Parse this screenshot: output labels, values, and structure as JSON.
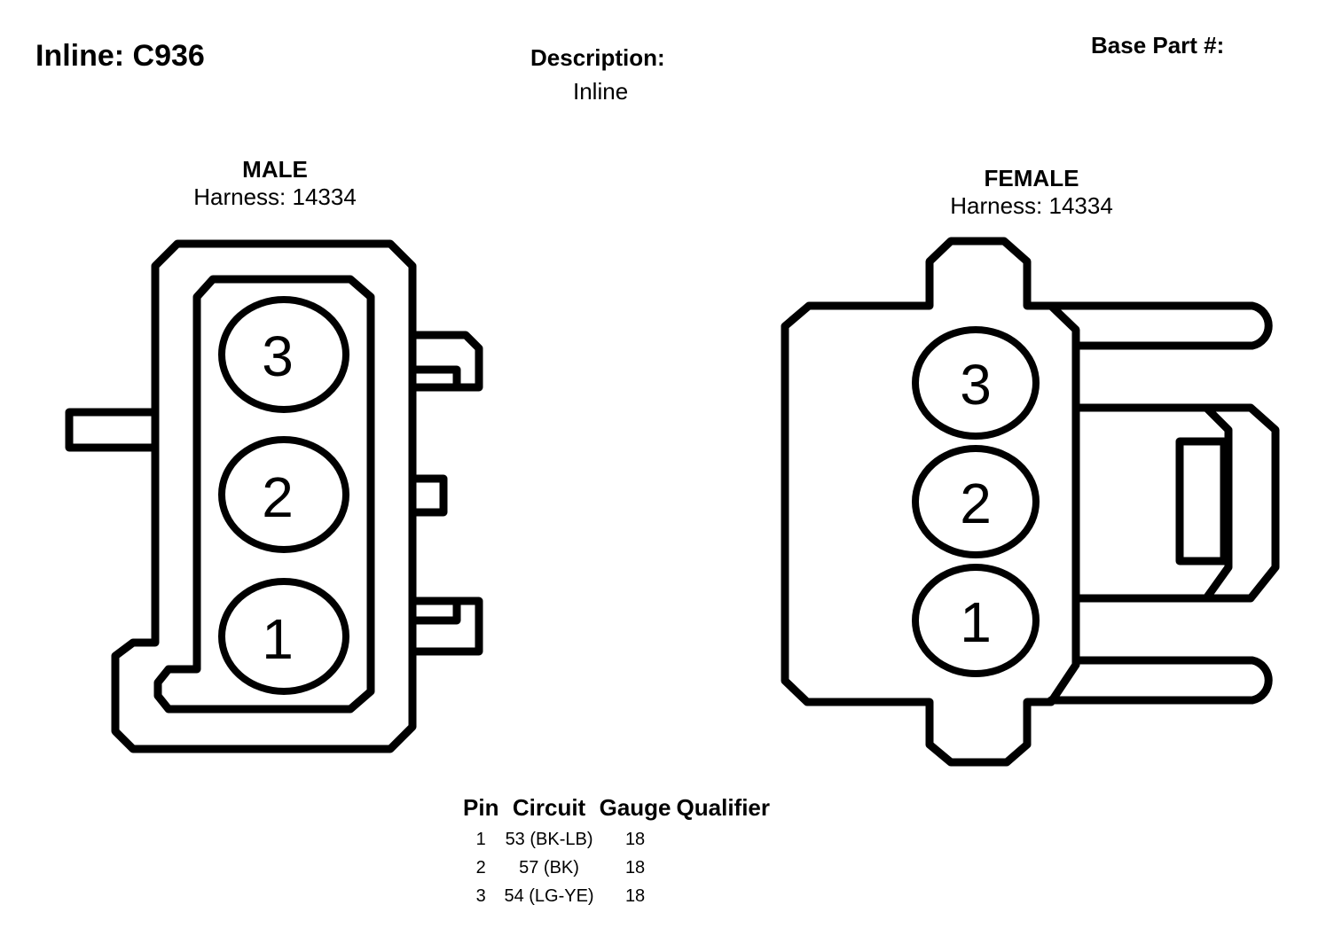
{
  "header": {
    "title": "Inline: C936",
    "description_label": "Description:",
    "description_value": "Inline",
    "base_part_label": "Base Part #:"
  },
  "male": {
    "type": "MALE",
    "harness": "Harness: 14334",
    "pins": [
      "3",
      "2",
      "1"
    ]
  },
  "female": {
    "type": "FEMALE",
    "harness": "Harness: 14334",
    "pins": [
      "3",
      "2",
      "1"
    ]
  },
  "pin_table": {
    "headers": [
      "Pin",
      "Circuit",
      "Gauge",
      "Qualifier"
    ],
    "rows": [
      {
        "pin": "1",
        "circuit": "53 (BK-LB)",
        "gauge": "18",
        "qualifier": ""
      },
      {
        "pin": "2",
        "circuit": "57 (BK)",
        "gauge": "18",
        "qualifier": ""
      },
      {
        "pin": "3",
        "circuit": "54 (LG-YE)",
        "gauge": "18",
        "qualifier": ""
      }
    ]
  },
  "colors": {
    "stroke": "#000000",
    "background": "#ffffff"
  }
}
